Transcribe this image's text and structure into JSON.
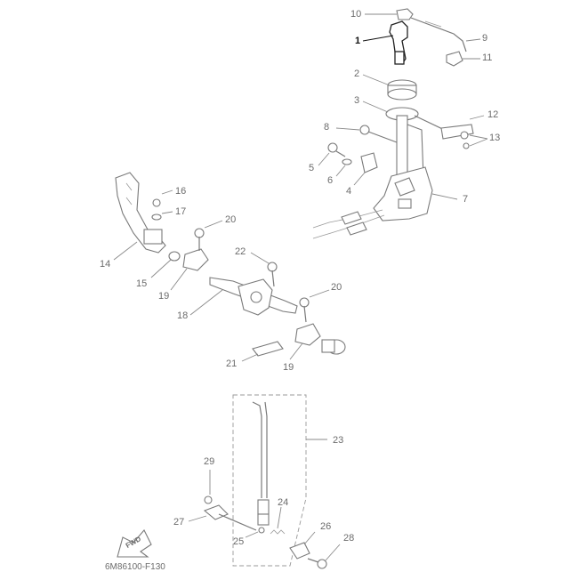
{
  "diagram_code": "6M86100-F130",
  "fwd_label": "FWD",
  "callouts": [
    {
      "id": "c1",
      "text": "1",
      "highlight": true
    },
    {
      "id": "c2",
      "text": "2"
    },
    {
      "id": "c3",
      "text": "3"
    },
    {
      "id": "c4",
      "text": "4"
    },
    {
      "id": "c5",
      "text": "5"
    },
    {
      "id": "c6",
      "text": "6"
    },
    {
      "id": "c7",
      "text": "7"
    },
    {
      "id": "c8",
      "text": "8"
    },
    {
      "id": "c9",
      "text": "9"
    },
    {
      "id": "c10",
      "text": "10"
    },
    {
      "id": "c11",
      "text": "11"
    },
    {
      "id": "c12",
      "text": "12"
    },
    {
      "id": "c13",
      "text": "13"
    },
    {
      "id": "c14",
      "text": "14"
    },
    {
      "id": "c15",
      "text": "15"
    },
    {
      "id": "c16",
      "text": "16"
    },
    {
      "id": "c17",
      "text": "17"
    },
    {
      "id": "c18",
      "text": "18"
    },
    {
      "id": "c19a",
      "text": "19"
    },
    {
      "id": "c19b",
      "text": "19"
    },
    {
      "id": "c20a",
      "text": "20"
    },
    {
      "id": "c20b",
      "text": "20"
    },
    {
      "id": "c21",
      "text": "21"
    },
    {
      "id": "c22",
      "text": "22"
    },
    {
      "id": "c23",
      "text": "23"
    },
    {
      "id": "c24",
      "text": "24"
    },
    {
      "id": "c25",
      "text": "25"
    },
    {
      "id": "c26",
      "text": "26"
    },
    {
      "id": "c27",
      "text": "27"
    },
    {
      "id": "c28",
      "text": "28"
    },
    {
      "id": "c29",
      "text": "29"
    }
  ],
  "colors": {
    "highlight": "#111111",
    "parts": "#7a7a7a",
    "labels": "#6b6b6b",
    "background": "#ffffff"
  }
}
